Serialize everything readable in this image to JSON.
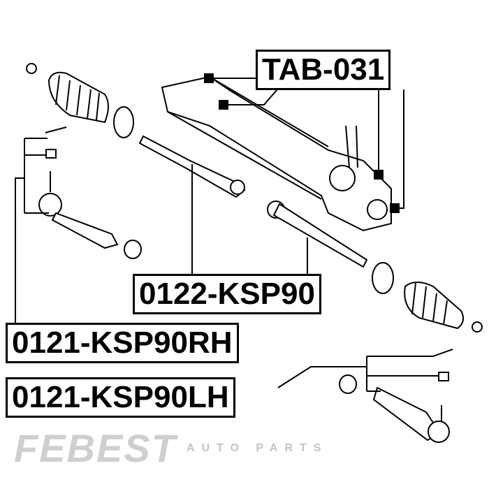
{
  "watermark": {
    "brand": "FEBEST",
    "subtitle": "AUTO PARTS"
  },
  "labels": {
    "rack": "TAB-031",
    "tie_rod": "0122-KSP90",
    "tie_rod_end_rh": "0121-KSP90RH",
    "tie_rod_end_lh": "0121-KSP90LH"
  }
}
